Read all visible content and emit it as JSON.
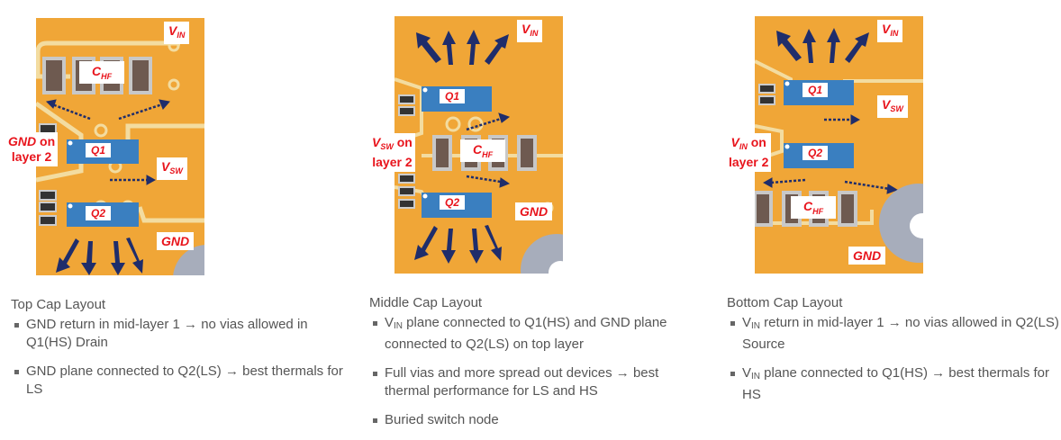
{
  "panels": [
    {
      "id": "top",
      "title": "Top Cap Layout",
      "labels": {
        "vin": "V",
        "vin_sub": "IN",
        "vsw": "V",
        "vsw_sub": "SW",
        "gnd": "GND",
        "chf": "C",
        "chf_sub": "HF",
        "q1": "Q1",
        "q2": "Q2",
        "layer_net": "GND",
        "layer_on": " on",
        "layer_text": "layer 2"
      },
      "bullets": [
        {
          "prefix": "",
          "sub": "",
          "text": "GND return in mid-layer 1 → no vias allowed in Q1(HS) Drain"
        },
        {
          "prefix": "",
          "sub": "",
          "text": "GND plane connected to Q2(LS) → best thermals for LS"
        }
      ]
    },
    {
      "id": "middle",
      "title": "Middle Cap Layout",
      "labels": {
        "vin": "V",
        "vin_sub": "IN",
        "gnd": "GND",
        "chf": "C",
        "chf_sub": "HF",
        "q1": "Q1",
        "q2": "Q2",
        "layer_net": "V",
        "layer_net_sub": "SW",
        "layer_on": " on",
        "layer_text": "layer 2"
      },
      "bullets": [
        {
          "prefix": "V",
          "sub": "IN",
          "text": " plane connected to Q1(HS) and GND plane connected to Q2(LS) on top layer"
        },
        {
          "prefix": "",
          "sub": "",
          "text": "Full vias and more spread out devices → best thermal performance for LS and HS"
        },
        {
          "prefix": "",
          "sub": "",
          "text": "Buried switch node"
        }
      ]
    },
    {
      "id": "bottom",
      "title": "Bottom Cap Layout",
      "labels": {
        "vin": "V",
        "vin_sub": "IN",
        "vsw": "V",
        "vsw_sub": "SW",
        "gnd": "GND",
        "chf": "C",
        "chf_sub": "HF",
        "q1": "Q1",
        "q2": "Q2",
        "layer_net": "V",
        "layer_net_sub": "IN",
        "layer_on": " on",
        "layer_text": "layer 2"
      },
      "bullets": [
        {
          "prefix": "V",
          "sub": "IN",
          "text": " return in mid-layer 1 → no vias allowed in Q2(LS) Source"
        },
        {
          "prefix": "V",
          "sub": "IN",
          "text": " plane connected to Q1(HS) → best thermals for HS"
        }
      ]
    }
  ],
  "colors": {
    "copper": "#f0a637",
    "trace": "#f3dca0",
    "fet": "#3a7fc0",
    "arrow": "#1f2d6b",
    "label_red": "#e8141c",
    "text_gray": "#555555",
    "cap_body": "#6e5a50",
    "cap_end": "#c8c8c8",
    "pad_gray": "#a7adbb"
  }
}
